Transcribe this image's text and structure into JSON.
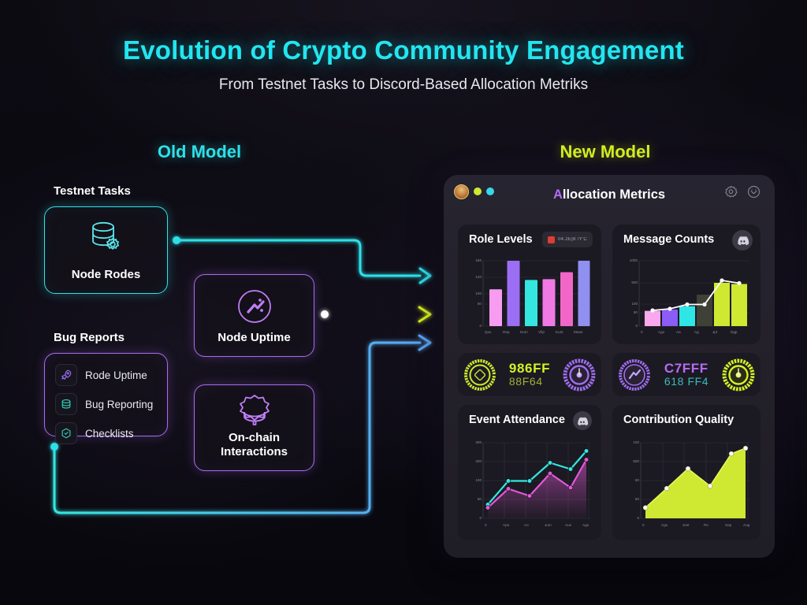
{
  "header": {
    "title": "Evolution of Crypto Community Engagement",
    "subtitle": "From Testnet Tasks to Discord-Based Allocation Metriks"
  },
  "columns": {
    "old_label": "Old Model",
    "new_label": "New Model"
  },
  "old_model": {
    "groups": [
      {
        "label": "Testnet Tasks"
      },
      {
        "label": "Bug Reports"
      }
    ],
    "node_rodes_card": {
      "caption": "Node Rodes",
      "icon": "database-gear-icon"
    },
    "bug_reports_list": [
      {
        "label": "Rode Uptime",
        "icon": "rocket-icon"
      },
      {
        "label": "Bug Reporting",
        "icon": "database-icon"
      },
      {
        "label": "Checklists",
        "icon": "hexagon-check-icon"
      }
    ],
    "middle_cards": [
      {
        "caption": "Node Uptime",
        "icon": "clock-check-icon"
      },
      {
        "caption": "On-chain Interactions",
        "icon": "stacked-chain-icon"
      }
    ]
  },
  "connectors": [
    {
      "name": "testnet-to-dashboard",
      "color": "#2fe0e8"
    },
    {
      "name": "uptime-to-dashboard",
      "color": "#d4f122"
    },
    {
      "name": "bugreports-to-dashboard",
      "color": "#4ea8f0"
    }
  ],
  "dashboard": {
    "title_accent": "A",
    "title_rest": "llocation Metrics",
    "window_dots": [
      "#cfe832",
      "#3ad6e8"
    ],
    "avatar": "user-avatar",
    "header_icons": [
      "gear-icon",
      "smiley-icon"
    ],
    "panels": {
      "role_levels": {
        "title": "Role Levels",
        "badge_text": "04.2E|8 /Y'C",
        "badge_icon": "record-icon"
      },
      "message_counts": {
        "title": "Message Counts",
        "icon": "discord-icon"
      },
      "event_attendance": {
        "title": "Event Attendance",
        "icon": "discord-icon"
      },
      "contribution_quality": {
        "title": "Contribution Quality"
      }
    },
    "metric_rows": [
      {
        "name": "metric-row-left",
        "gauge_left": {
          "color": "#cfe832",
          "icon": "chip-icon"
        },
        "value_big": "986FF",
        "value_big_color": "#d4f122",
        "value_small": "88F64",
        "value_small_color": "#b9c93a",
        "gauge_right": {
          "color": "#a06cf0",
          "icon": "dial-icon"
        }
      },
      {
        "name": "metric-row-right",
        "gauge_left": {
          "color": "#a06cf0",
          "icon": "check-icon"
        },
        "value_big": "C7FFF",
        "value_big_color": "#b56cf5",
        "value_small": "618 FF4",
        "value_small_color": "#3fd8d2",
        "gauge_right": {
          "color": "#d4f122",
          "icon": "dial-icon"
        }
      }
    ]
  },
  "chart_data": [
    {
      "name": "role_levels",
      "type": "bar",
      "title": "Role Levels",
      "categories": [
        "Qxo",
        "Rep",
        "Dum",
        "Vfip",
        "Kunt",
        "Mean"
      ],
      "values": [
        90,
        160,
        113,
        115,
        132,
        160
      ],
      "colors": [
        "#f79cf0",
        "#9b6ef3",
        "#35e6e0",
        "#ef7ae6",
        "#f266c8",
        "#8f90f0"
      ],
      "ytick_labels": [
        "0",
        "50",
        "100",
        "120",
        "160"
      ],
      "ytick_values": [
        0,
        50,
        100,
        120,
        160
      ],
      "ylim": [
        0,
        160
      ],
      "xlabel": "",
      "ylabel": "",
      "grid": true
    },
    {
      "name": "message_counts",
      "type": "bar+line",
      "title": "Message Counts",
      "categories": [
        "0",
        "Ago",
        "Aa",
        "Ag",
        "Jpt",
        "Dgp"
      ],
      "values": [
        58,
        78,
        128,
        130,
        560,
        520
      ],
      "line_values": [
        62,
        82,
        135,
        135,
        590,
        560
      ],
      "colors": [
        "#f9a8ee",
        "#8b5cf6",
        "#2ee6e6",
        "#3f4036",
        "#cfe832",
        "#cfe832"
      ],
      "line_color": "#ffffff",
      "ytick_labels": [
        "0",
        "50",
        "100",
        "500",
        "1000"
      ],
      "ytick_values": [
        0,
        50,
        100,
        500,
        1000
      ],
      "ylim": [
        0,
        1000
      ],
      "grid": true
    },
    {
      "name": "event_attendance",
      "type": "line",
      "title": "Event Attendance",
      "categories": [
        "0",
        "Apo",
        "Ao",
        "Jum",
        "Aun",
        "Ago"
      ],
      "series": [
        {
          "name": "cyan",
          "values": [
            55,
            148,
            148,
            230,
            200,
            290
          ],
          "color": "#35e6e0"
        },
        {
          "name": "magenta",
          "values": [
            42,
            118,
            92,
            178,
            122,
            232
          ],
          "color": "#e458d8"
        }
      ],
      "ytick_labels": [
        "0",
        "50",
        "100",
        "200",
        "300"
      ],
      "ytick_values": [
        0,
        50,
        100,
        200,
        300
      ],
      "ylim": [
        0,
        300
      ],
      "grid": true
    },
    {
      "name": "contribution_quality",
      "type": "area",
      "title": "Contribution Quality",
      "categories": [
        "0",
        "Ago",
        "Jvet",
        "Ro",
        "Sep",
        "Aug"
      ],
      "values": [
        42,
        120,
        198,
        128,
        272,
        292
      ],
      "color": "#cfe832",
      "ytick_labels": [
        "0",
        "50",
        "60",
        "500",
        "100"
      ],
      "ytick_values": [
        0,
        50,
        120,
        200,
        300
      ],
      "ylim": [
        0,
        300
      ],
      "grid": true
    }
  ]
}
